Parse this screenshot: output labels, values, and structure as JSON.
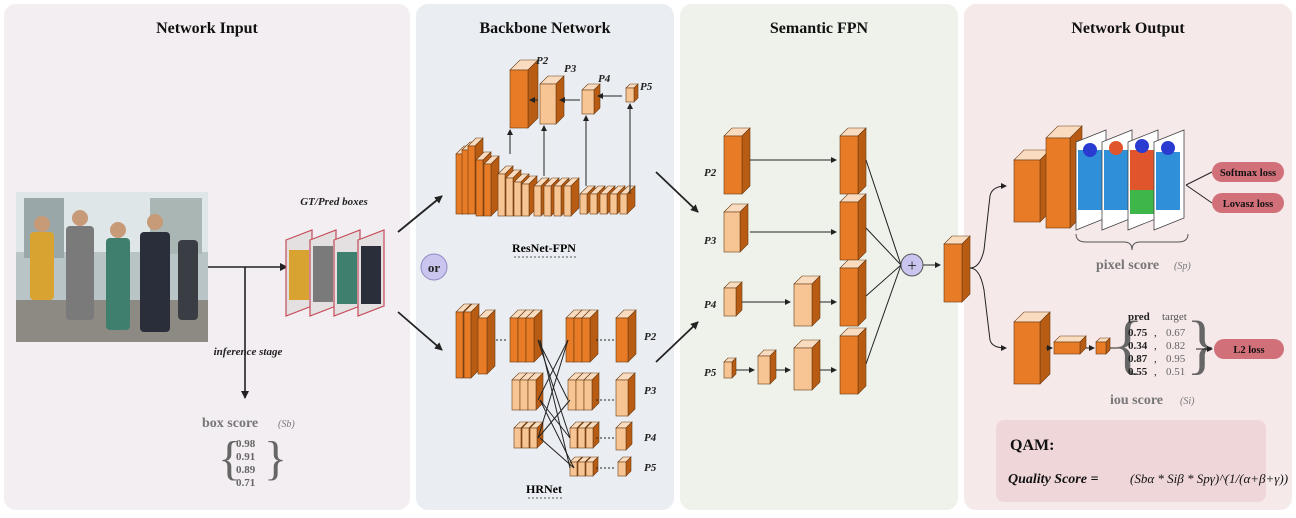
{
  "panels": {
    "input": {
      "title": "Network Input"
    },
    "backbone": {
      "title": "Backbone Network"
    },
    "fpn": {
      "title": "Semantic FPN"
    },
    "output": {
      "title": "Network Output"
    }
  },
  "input": {
    "boxes_label": "GT/Pred boxes",
    "inference_label": "inference stage",
    "box_score_label": "box score",
    "box_score_symbol": "(Sb)",
    "box_scores": [
      "0.98",
      "0.91",
      "0.89",
      "0.71"
    ]
  },
  "backbone": {
    "resnet_label": "ResNet-FPN",
    "hrnet_label": "HRNet",
    "or_label": "or",
    "resnet_levels": [
      "P2",
      "P3",
      "P4",
      "P5"
    ],
    "hrnet_levels": [
      "P2",
      "P3",
      "P4",
      "P5"
    ]
  },
  "fpn": {
    "levels": [
      "P2",
      "P3",
      "P4",
      "P5"
    ],
    "sum_symbol": "+"
  },
  "output": {
    "softmax_loss": "Softmax loss",
    "lovasz_loss": "Lovasz loss",
    "l2_loss": "L2 loss",
    "pixel_score_label": "pixel score",
    "pixel_score_symbol": "(Sp)",
    "iou_score_label": "iou score",
    "iou_score_symbol": "(Si)",
    "iou_table": {
      "pred_header": "pred",
      "target_header": "target",
      "rows": [
        {
          "pred": "0.75",
          "target": "0.67"
        },
        {
          "pred": "0.34",
          "target": "0.82"
        },
        {
          "pred": "0.87",
          "target": "0.95"
        },
        {
          "pred": "0.55",
          "target": "0.51"
        }
      ]
    },
    "qam": {
      "title": "QAM:",
      "formula_lhs": "Quality Score = ",
      "formula_rhs": "(Sbα * Siβ * Spγ)^(1/(α+β+γ))"
    }
  },
  "colors": {
    "panel_input": "#f3eef1",
    "panel_backbone": "#eaedf1",
    "panel_fpn": "#eef2ea",
    "panel_output": "#f6e9ea",
    "feature_dark": "#e87b26",
    "feature_light": "#f7c594",
    "loss_pill": "#d2707a",
    "qam_box": "#efd6d8",
    "or_circle": "#c9c5ee"
  }
}
